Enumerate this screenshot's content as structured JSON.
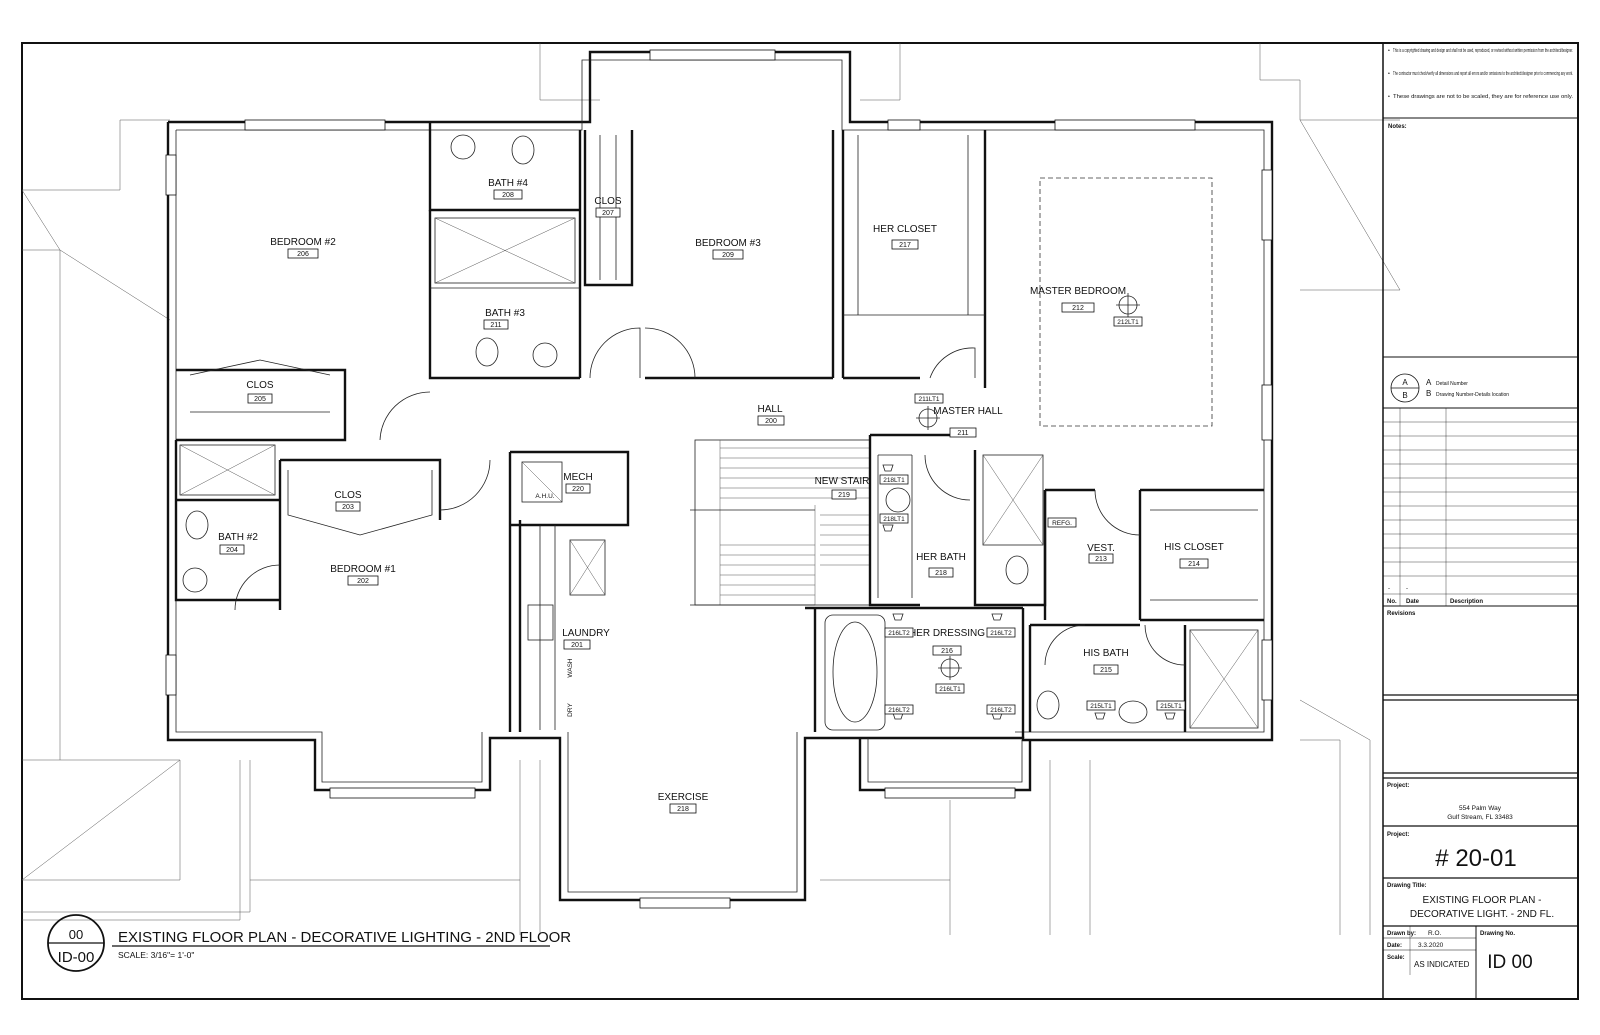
{
  "sheet": {
    "view_number": "00",
    "view_sheet": "ID-00",
    "view_title": "EXISTING FLOOR PLAN - DECORATIVE LIGHTING - 2ND FLOOR",
    "scale": "SCALE: 3/16\"= 1'-0\""
  },
  "rooms": [
    {
      "name": "BATH #4",
      "num": "208"
    },
    {
      "name": "CLOS",
      "num": "207"
    },
    {
      "name": "BEDROOM #2",
      "num": "206"
    },
    {
      "name": "BEDROOM #3",
      "num": "209"
    },
    {
      "name": "HER CLOSET",
      "num": "217"
    },
    {
      "name": "MASTER BEDROOM",
      "num": "212"
    },
    {
      "name": "BATH #3",
      "num": "211"
    },
    {
      "name": "CLOS",
      "num": "205"
    },
    {
      "name": "HALL",
      "num": "200"
    },
    {
      "name": "MASTER HALL",
      "num": "211"
    },
    {
      "name": "MECH",
      "num": "220"
    },
    {
      "name": "CLOS",
      "num": "203"
    },
    {
      "name": "NEW STAIR",
      "num": "219"
    },
    {
      "name": "BATH #2",
      "num": "204"
    },
    {
      "name": "BEDROOM #1",
      "num": "202"
    },
    {
      "name": "HER BATH",
      "num": "218"
    },
    {
      "name": "VEST.",
      "num": "213"
    },
    {
      "name": "HIS CLOSET",
      "num": "214"
    },
    {
      "name": "LAUNDRY",
      "num": "201"
    },
    {
      "name": "HER DRESSING",
      "num": "216"
    },
    {
      "name": "HIS BATH",
      "num": "215"
    },
    {
      "name": "EXERCISE",
      "num": "218"
    }
  ],
  "fixtures": {
    "master_bed": "212LT1",
    "master_hall": "211LT1",
    "her_bath_1": "218LT1",
    "her_bath_2": "218LT1",
    "dress_tl": "216LT2",
    "dress_tr": "216LT2",
    "dress_c": "216LT1",
    "dress_bl": "216LT2",
    "dress_br": "216LT2",
    "his_l": "215LT1",
    "his_r": "215LT1",
    "ahu": "A.H.U.",
    "refg": "REFG.",
    "wash": "WASH",
    "dry": "DRY"
  },
  "title_block": {
    "notes_bullets": [
      "This is a copyrighted drawing and design and shall not be used, reproduced, or revised without written permission from the architect/designer.",
      "The contractor must check/verify all dimensions and report all errors and/or omissions to the architect/designer prior to commencing any work.",
      "These drawings are not to be scaled, they are for reference use only."
    ],
    "notes_label": "Notes:",
    "symbol_a": "A",
    "symbol_b": "B",
    "symbol_a_text": "Detail Number",
    "symbol_b_text": "Drawing Number-Details location",
    "rev_col_no": "No.",
    "rev_col_date": "Date",
    "rev_col_desc": "Description",
    "rev_dash_1": "-",
    "rev_dash_2": "-",
    "revisions_label": "Revisions",
    "project_label": "Project:",
    "address_line1": "554 Palm Way",
    "address_line2": "Gulf Stream, FL 33483",
    "project_no_label": "Project:",
    "project_no": "# 20-01",
    "drawing_title_label": "Drawing Title:",
    "drawing_title_1": "EXISTING FLOOR PLAN -",
    "drawing_title_2": "DECORATIVE LIGHT. - 2ND FL.",
    "drawn_by_label": "Drawn by:",
    "drawn_by": "R.O.",
    "date_label": "Date:",
    "date": "3.3.2020",
    "scale_label": "Scale:",
    "scale": "AS INDICATED",
    "drawing_no_label": "Drawing No.",
    "drawing_no": "ID 00"
  }
}
